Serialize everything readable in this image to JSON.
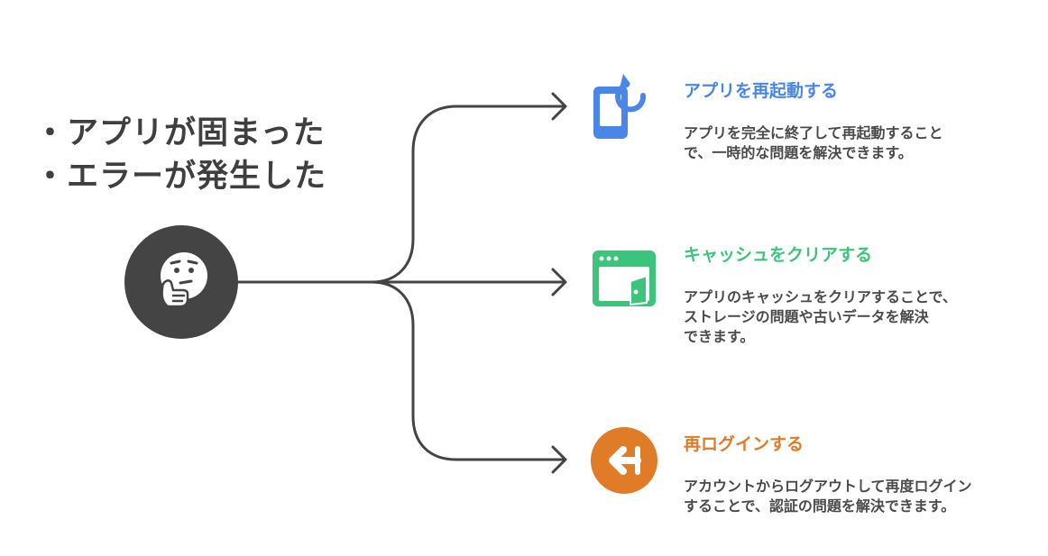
{
  "problems": [
    "・アプリが固まった",
    "・エラーが発生した"
  ],
  "options": [
    {
      "title": "アプリを再起動する",
      "desc_lines": [
        "アプリを完全に終了して再起動すること",
        "で、一時的な問題を解決できます。"
      ],
      "color": "#4a86e8",
      "icon": "phone-refresh-icon"
    },
    {
      "title": "キャッシュをクリアする",
      "desc_lines": [
        "アプリのキャッシュをクリアすることで、",
        "ストレージの問題や古いデータを解決",
        "できます。"
      ],
      "color": "#3cc47c",
      "icon": "browser-window-icon"
    },
    {
      "title": "再ログインする",
      "desc_lines": [
        "アカウントからログアウトして再度ログイン",
        "することで、認証の問題を解決できます。"
      ],
      "color": "#e07b27",
      "icon": "login-arrow-icon"
    }
  ],
  "colors": {
    "line": "#444444",
    "hub": "#444444",
    "text": "#444444"
  },
  "hub_icon": "thinking-face-icon"
}
